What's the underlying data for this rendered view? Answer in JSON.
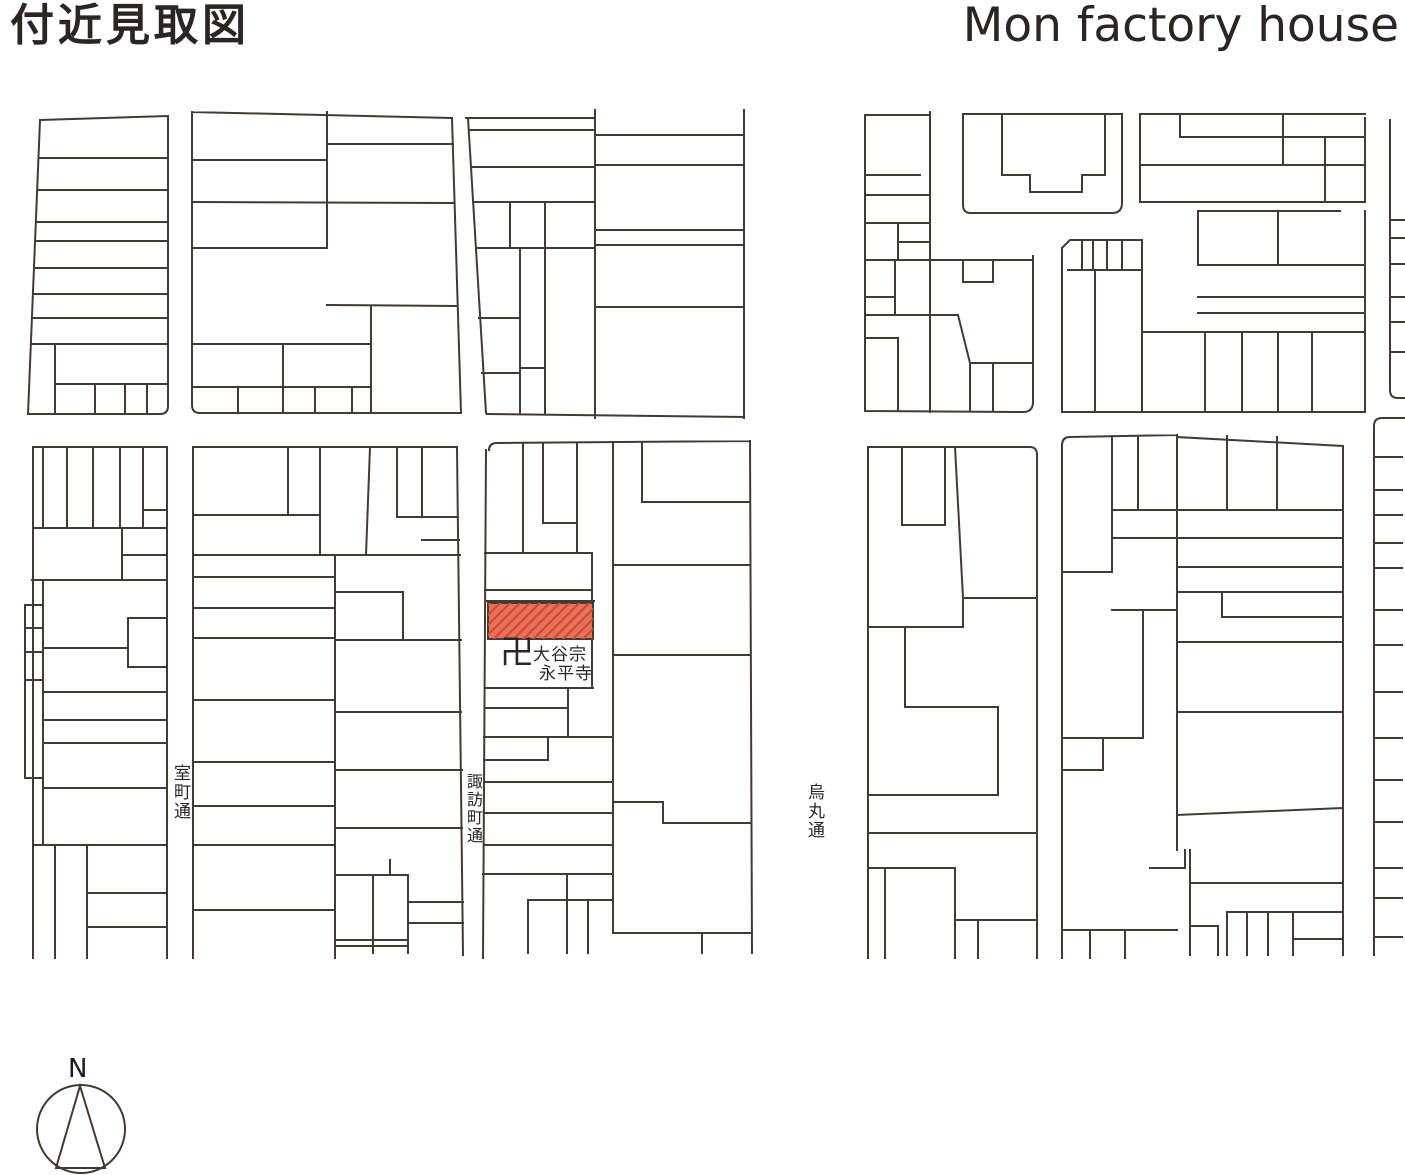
{
  "page": {
    "title_left": "付近見取図",
    "title_right": "Mon factory house"
  },
  "map": {
    "streets": [
      {
        "id": "muromachi-dori",
        "label": "室町通",
        "orientation": "vertical"
      },
      {
        "id": "suwacho-dori",
        "label": "諏訪町通",
        "orientation": "vertical"
      },
      {
        "id": "karasuma-dori",
        "label": "烏丸通",
        "orientation": "vertical"
      }
    ],
    "landmark": {
      "symbol": "卍",
      "name_line1": "大谷宗",
      "name_line2": "永平寺"
    },
    "subject_parcel": {
      "fill": "#e97159",
      "hatch_color": "#d04a33",
      "border_color": "#402c22"
    }
  },
  "compass": {
    "north_label": "N"
  },
  "colors": {
    "line": "#423a35",
    "title": "#2b2524",
    "background": "#ffffff"
  }
}
